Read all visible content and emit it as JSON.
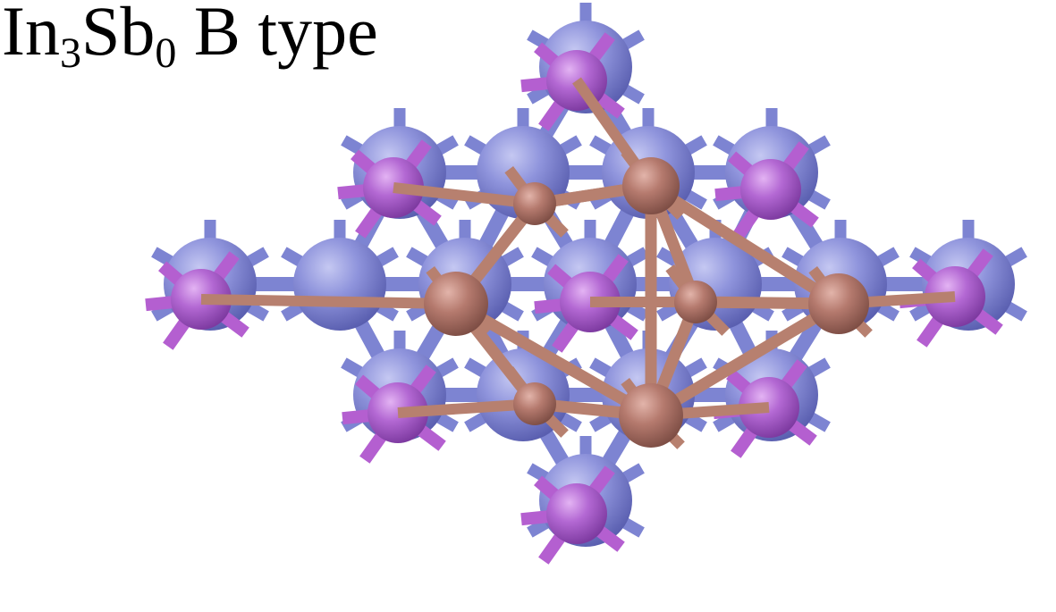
{
  "title": {
    "base1": "In",
    "sub1": "3",
    "base2": "Sb",
    "sub2": "0",
    "rest": " B type"
  },
  "colors": {
    "substrate_atom": "#8c90d8",
    "substrate_bond": "#7d84d2",
    "adsorbate_atom": "#b264cf",
    "adsorbate_bond": "#b45fd0",
    "cluster_atom": "#b97c72",
    "cluster_bond": "#b7806f",
    "background": "#ffffff"
  }
}
